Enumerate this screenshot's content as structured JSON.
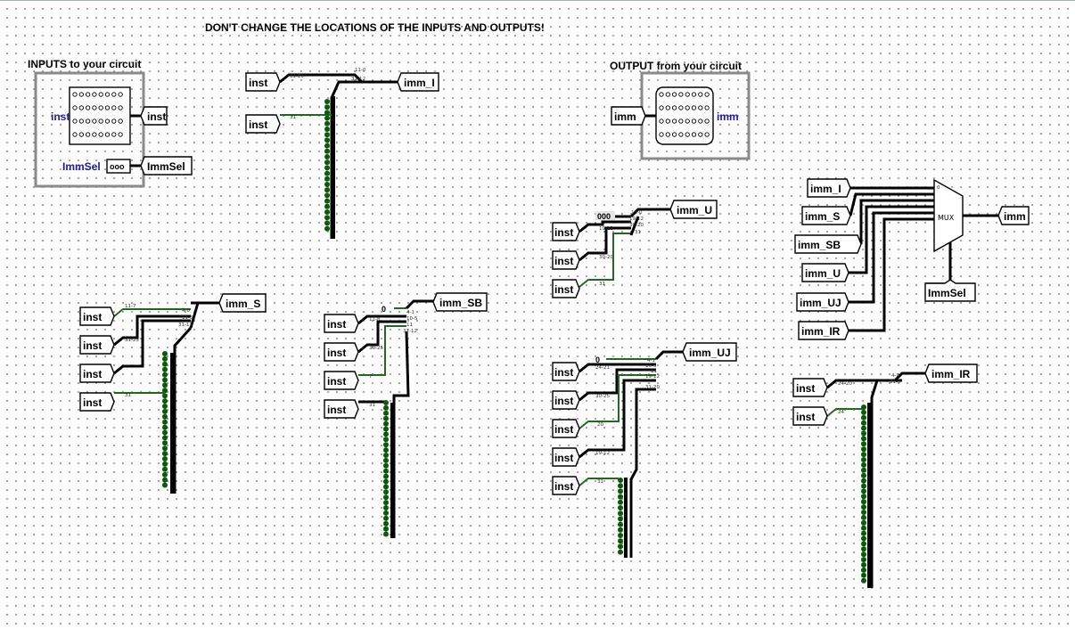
{
  "warning": "DON'T CHANGE THE LOCATIONS OF THE INPUTS AND OUTPUTS!",
  "inputs_panel": {
    "title": "INPUTS to your circuit",
    "inst_label": "inst",
    "inst_tunnel": "inst",
    "immsel_label": "ImmSel",
    "immsel_tunnel": "ImmSel"
  },
  "output_panel": {
    "title": "OUTPUT from your circuit",
    "imm_tunnel": "imm",
    "imm_label": "imm"
  },
  "tunnels": {
    "inst": "inst",
    "imm_I": "imm_I",
    "imm_S": "imm_S",
    "imm_SB": "imm_SB",
    "imm_U": "imm_U",
    "imm_UJ": "imm_UJ",
    "imm_IR": "imm_IR",
    "imm": "imm",
    "ImmSel": "ImmSel"
  },
  "mux": {
    "label": "MUX",
    "select_top": "0"
  },
  "constants": {
    "zero": "0",
    "three_zero": "000"
  },
  "bit_ranges": {
    "imm_I": [
      "31-20",
      "31",
      "11-0",
      "31-12"
    ],
    "imm_S": [
      "11-7",
      "31-25",
      "31",
      "4-0",
      "11-5",
      "31-12"
    ],
    "imm_SB": [
      "11-8",
      "30-25",
      "7",
      "31",
      "4-1",
      "10-5",
      "11",
      "31-12"
    ],
    "imm_U": [
      "19-12",
      "30-20",
      "31",
      "11-0",
      "19-12",
      "30-20",
      "31"
    ],
    "imm_UJ": [
      "24-21",
      "30-25",
      "20",
      "19-12",
      "31",
      "4-1",
      "10-5",
      "11",
      "19-12",
      "31-20"
    ],
    "imm_IR": [
      "24-20",
      "24",
      "4-0",
      "31-5"
    ]
  }
}
